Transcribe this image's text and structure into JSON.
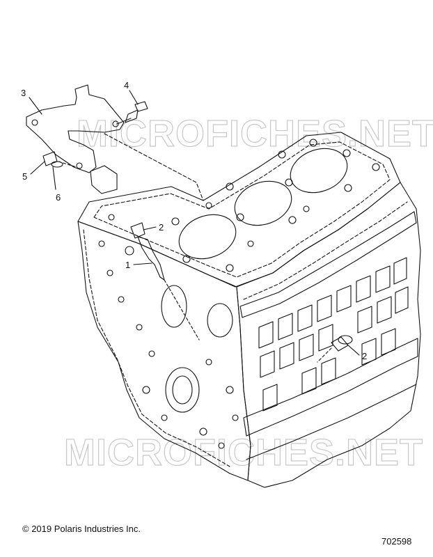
{
  "watermarks": [
    "MICROFICHES.NET",
    "MICROFICHES.NET"
  ],
  "callouts": [
    "3",
    "4",
    "5",
    "6",
    "2",
    "1",
    "2"
  ],
  "footer": {
    "copyright": "© 2019 Polaris Industries Inc.",
    "doc_number": "702598"
  },
  "colors": {
    "line": "#111111",
    "watermark": "#c8c8c8",
    "background": "#ffffff"
  }
}
